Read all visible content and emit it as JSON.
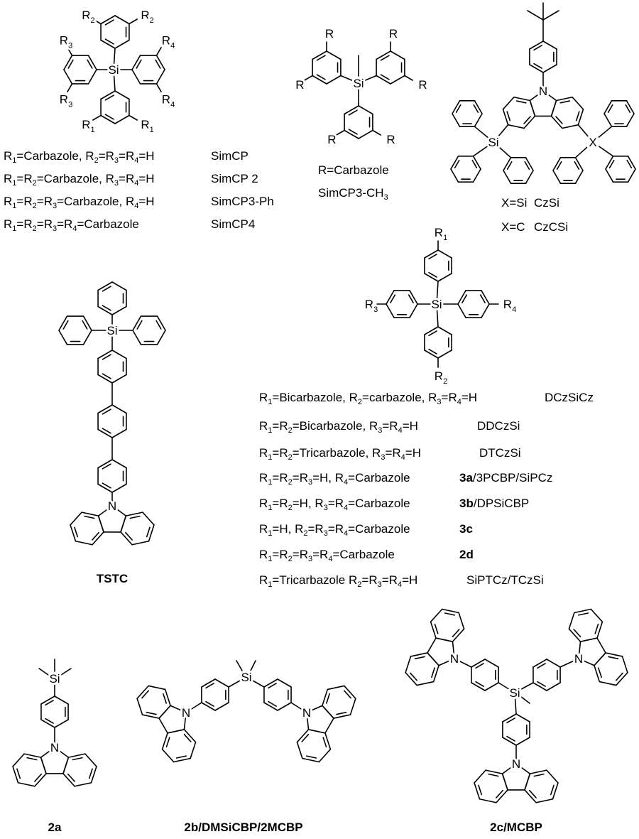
{
  "atoms": {
    "si": "Si",
    "n": "N",
    "r": "R",
    "x": "X"
  },
  "simcp": {
    "labels": [
      "R2",
      "R2",
      "R3",
      "R3",
      "R4",
      "R4",
      "R1",
      "R1"
    ],
    "rows": [
      {
        "formula": "R1=Carbazole, R2=R3=R4=H",
        "name": "SimCP"
      },
      {
        "formula": "R1=R2=Carbazole, R3=R4=H",
        "name": "SimCP 2"
      },
      {
        "formula": "R1=R2=R3=Carbazole, R4=H",
        "name": "SimCP3-Ph"
      },
      {
        "formula": "R1=R2=R3=R4=Carbazole",
        "name": "SimCP4"
      }
    ]
  },
  "simcp3": {
    "formula": "R=Carbazole",
    "name": "SimCP3-CH3"
  },
  "czsi": {
    "rows": [
      {
        "formula": "X=Si",
        "name": "CzSi"
      },
      {
        "formula": "X=C",
        "name": "CzCSi"
      }
    ]
  },
  "tstc": {
    "name": "TSTC"
  },
  "tetraphenyl": {
    "labels": [
      "R1",
      "R3",
      "R4",
      "R2"
    ],
    "rows": [
      {
        "formula": "R1=Bicarbazole, R2=carbazole, R3=R4=H",
        "bold": "",
        "name": "DCzSiCz"
      },
      {
        "formula": "R1=R2=Bicarbazole, R3=R4=H",
        "bold": "",
        "name": "DDCzSi"
      },
      {
        "formula": "R1=R2=Tricarbazole, R3=R4=H",
        "bold": "",
        "name": "DTCzSi"
      },
      {
        "formula": "R1=R2=R3=H, R4=Carbazole",
        "bold": "3a",
        "name": "/3PCBP/SiPCz"
      },
      {
        "formula": "R1=R2=H, R3=R4=Carbazole",
        "bold": "3b",
        "name": "/DPSiCBP"
      },
      {
        "formula": "R1=H, R2=R3=R4=Carbazole",
        "bold": "3c",
        "name": ""
      },
      {
        "formula": "R1=R2=R3=R4=Carbazole",
        "bold": "2d",
        "name": ""
      },
      {
        "formula": "R1=Tricarbazole R2=R3=R4=H",
        "bold": "",
        "name": "SiPTCz/TCzSi"
      }
    ]
  },
  "compound_2a": {
    "name": "2a"
  },
  "compound_2b": {
    "name": "2b/DMSiCBP/2MCBP"
  },
  "compound_2c": {
    "name": "2c/MCBP"
  }
}
